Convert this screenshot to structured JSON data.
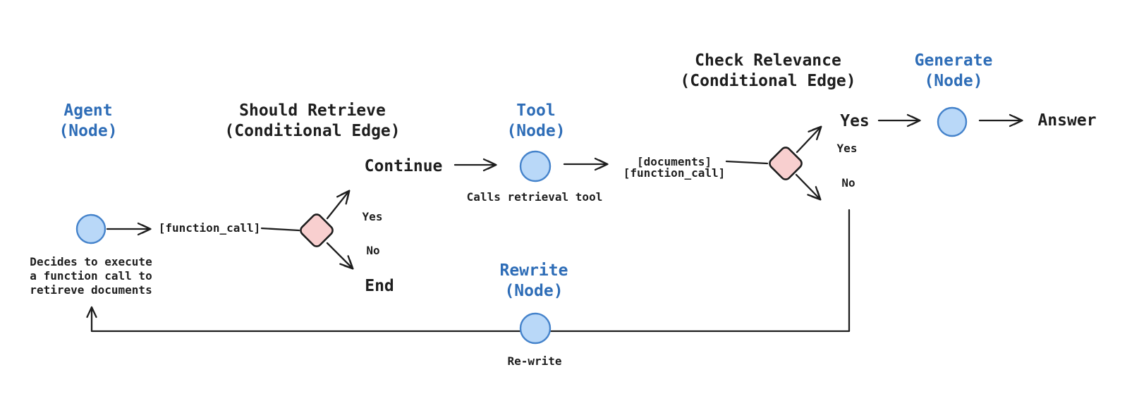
{
  "diagram": {
    "colors": {
      "ink": "#1e1e1e",
      "title_blue": "#2e6db7",
      "node_fill": "#b9d8f8",
      "node_stroke": "#4583cb",
      "decision_fill": "#f8cfcf",
      "decision_stroke": "#1e1e1e",
      "background": "#ffffff"
    },
    "nodes": {
      "agent": {
        "title_line1": "Agent",
        "title_line2": "(Node)",
        "caption_line1": "Decides to execute",
        "caption_line2": "a function call to",
        "caption_line3": "retireve documents"
      },
      "should_retrieve": {
        "title_line1": "Should Retrieve",
        "title_line2": "(Conditional Edge)"
      },
      "tool": {
        "title_line1": "Tool",
        "title_line2": "(Node)",
        "caption": "Calls retrieval tool"
      },
      "check_relevance": {
        "title_line1": "Check Relevance",
        "title_line2": "(Conditional Edge)"
      },
      "generate": {
        "title_line1": "Generate",
        "title_line2": "(Node)"
      },
      "rewrite": {
        "title_line1": "Rewrite",
        "title_line2": "(Node)",
        "caption": "Re-write"
      }
    },
    "edge_labels": {
      "function_call": "[function_call]",
      "continue": "Continue",
      "should_yes": "Yes",
      "should_no": "No",
      "end": "End",
      "documents_line1": "[documents]",
      "documents_line2": "[function_call]",
      "relevance_yes": "Yes",
      "relevance_yes_small": "Yes",
      "relevance_no": "No",
      "answer": "Answer"
    }
  }
}
